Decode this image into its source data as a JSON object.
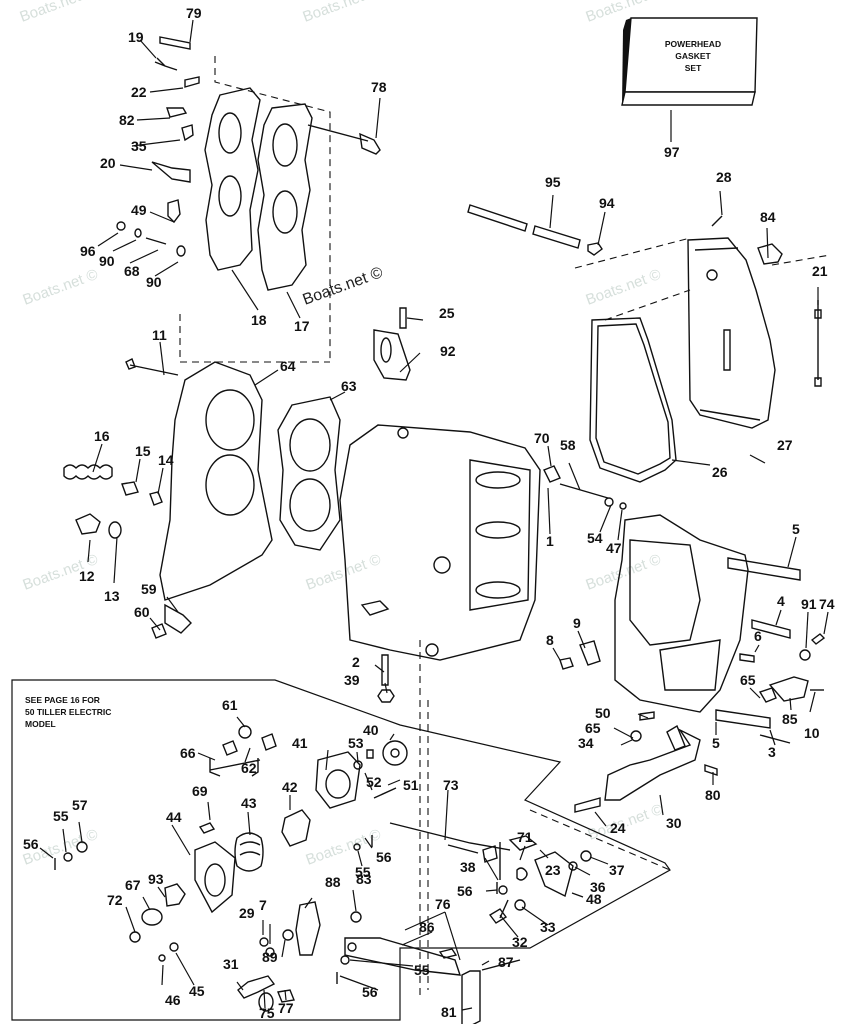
{
  "diagram": {
    "title": "Powerhead exploded parts diagram",
    "watermark": "Boats.net ©",
    "watermark_short": "Boats.net",
    "kit_box": {
      "lines": [
        "POWERHEAD",
        "GASKET",
        "SET"
      ],
      "callout": "97"
    },
    "note": {
      "lines": [
        "SEE PAGE 16 FOR",
        "50 TILLER ELECTRIC",
        "MODEL"
      ]
    },
    "callouts": [
      {
        "id": "79"
      },
      {
        "id": "19"
      },
      {
        "id": "22"
      },
      {
        "id": "82"
      },
      {
        "id": "35"
      },
      {
        "id": "20"
      },
      {
        "id": "49"
      },
      {
        "id": "96"
      },
      {
        "id": "90a",
        "text": "90"
      },
      {
        "id": "68"
      },
      {
        "id": "90b",
        "text": "90"
      },
      {
        "id": "18"
      },
      {
        "id": "17"
      },
      {
        "id": "78"
      },
      {
        "id": "97"
      },
      {
        "id": "95"
      },
      {
        "id": "94"
      },
      {
        "id": "28"
      },
      {
        "id": "84"
      },
      {
        "id": "21"
      },
      {
        "id": "25"
      },
      {
        "id": "92"
      },
      {
        "id": "11"
      },
      {
        "id": "64"
      },
      {
        "id": "63"
      },
      {
        "id": "16"
      },
      {
        "id": "15"
      },
      {
        "id": "14"
      },
      {
        "id": "12"
      },
      {
        "id": "13"
      },
      {
        "id": "59"
      },
      {
        "id": "60"
      },
      {
        "id": "27"
      },
      {
        "id": "26"
      },
      {
        "id": "70"
      },
      {
        "id": "58"
      },
      {
        "id": "1"
      },
      {
        "id": "54"
      },
      {
        "id": "47"
      },
      {
        "id": "5a",
        "text": "5"
      },
      {
        "id": "4"
      },
      {
        "id": "6"
      },
      {
        "id": "91"
      },
      {
        "id": "74"
      },
      {
        "id": "8"
      },
      {
        "id": "9"
      },
      {
        "id": "65a",
        "text": "65"
      },
      {
        "id": "85"
      },
      {
        "id": "10"
      },
      {
        "id": "2"
      },
      {
        "id": "39"
      },
      {
        "id": "50"
      },
      {
        "id": "65b",
        "text": "65"
      },
      {
        "id": "34"
      },
      {
        "id": "5b",
        "text": "5"
      },
      {
        "id": "3"
      },
      {
        "id": "80"
      },
      {
        "id": "24"
      },
      {
        "id": "30"
      },
      {
        "id": "61"
      },
      {
        "id": "66"
      },
      {
        "id": "62"
      },
      {
        "id": "41"
      },
      {
        "id": "53"
      },
      {
        "id": "40"
      },
      {
        "id": "51"
      },
      {
        "id": "52"
      },
      {
        "id": "73"
      },
      {
        "id": "42"
      },
      {
        "id": "43"
      },
      {
        "id": "69"
      },
      {
        "id": "44"
      },
      {
        "id": "57"
      },
      {
        "id": "55a",
        "text": "55"
      },
      {
        "id": "56a",
        "text": "56"
      },
      {
        "id": "56b",
        "text": "56"
      },
      {
        "id": "55b",
        "text": "55"
      },
      {
        "id": "93"
      },
      {
        "id": "67"
      },
      {
        "id": "72"
      },
      {
        "id": "88"
      },
      {
        "id": "83"
      },
      {
        "id": "29"
      },
      {
        "id": "7"
      },
      {
        "id": "89"
      },
      {
        "id": "46"
      },
      {
        "id": "45"
      },
      {
        "id": "31"
      },
      {
        "id": "75"
      },
      {
        "id": "77"
      },
      {
        "id": "71"
      },
      {
        "id": "38"
      },
      {
        "id": "23"
      },
      {
        "id": "37"
      },
      {
        "id": "36"
      },
      {
        "id": "56c",
        "text": "56"
      },
      {
        "id": "48"
      },
      {
        "id": "33"
      },
      {
        "id": "32"
      },
      {
        "id": "76"
      },
      {
        "id": "86"
      },
      {
        "id": "55c",
        "text": "55"
      },
      {
        "id": "56d",
        "text": "56"
      },
      {
        "id": "87"
      },
      {
        "id": "81"
      }
    ]
  }
}
